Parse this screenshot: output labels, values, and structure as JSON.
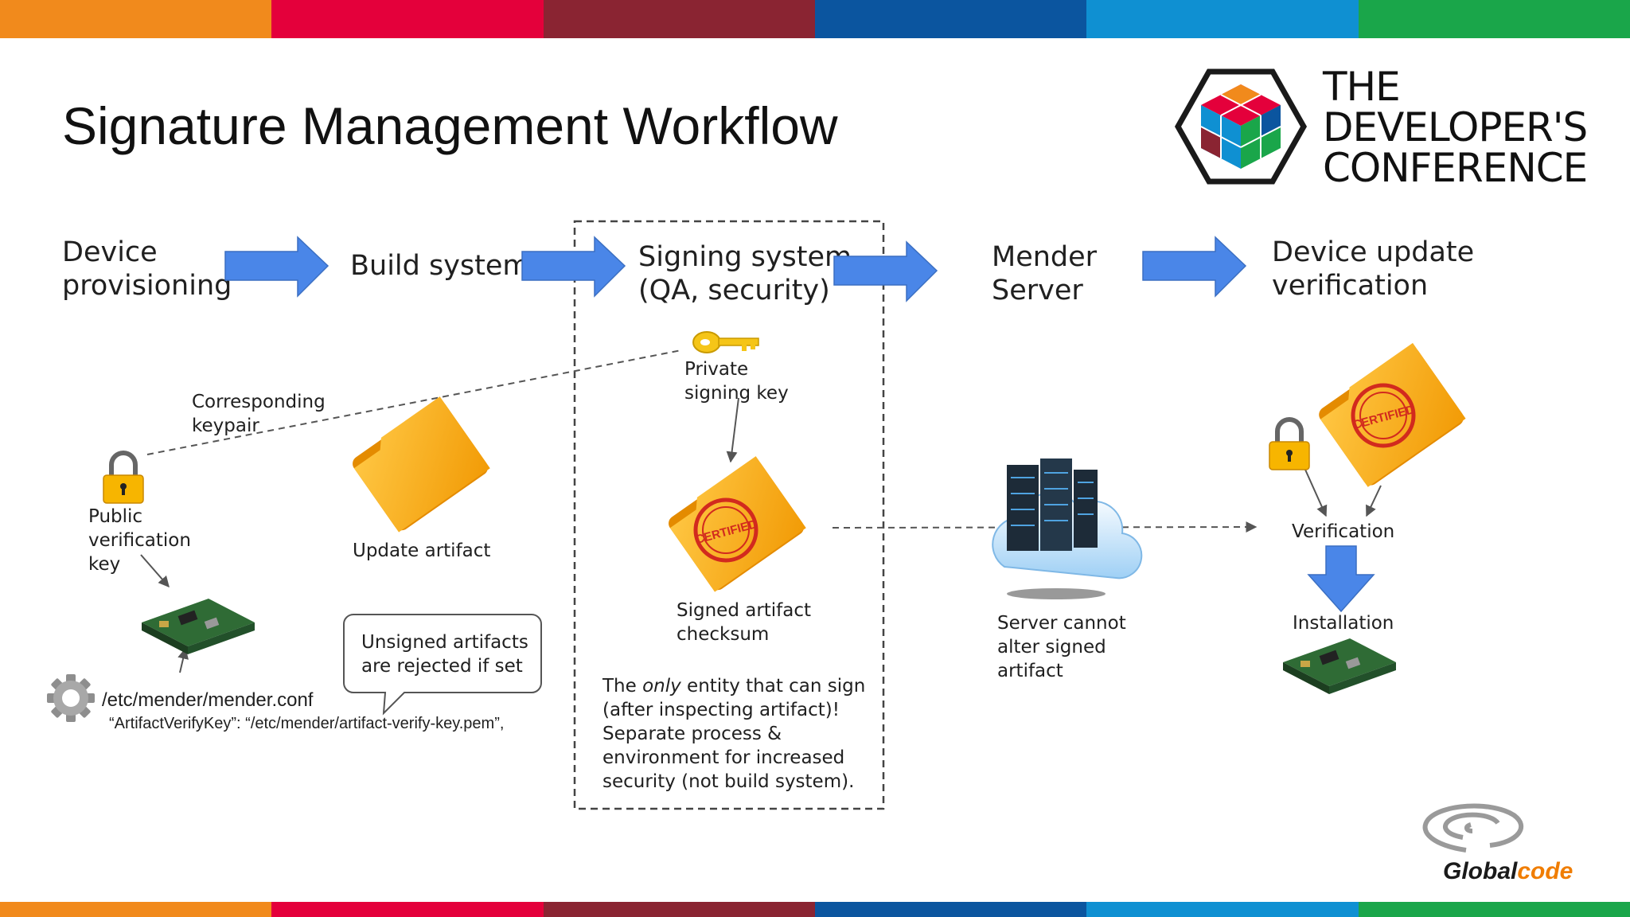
{
  "slide": {
    "title": "Signature Management Workflow",
    "bar_colors": [
      "#f18a1c",
      "#e4003b",
      "#8a2432",
      "#0b559f",
      "#0f90d2",
      "#1aa64a"
    ]
  },
  "logo": {
    "line1": "THE",
    "line2": "DEVELOPER'S",
    "line3": "CONFERENCE"
  },
  "workflow": {
    "stages": [
      {
        "line1": "Device",
        "line2": "provisioning"
      },
      {
        "line1": "Build system"
      },
      {
        "line1": "Signing system",
        "line2": "(QA, security)"
      },
      {
        "line1": "Mender",
        "line2": "Server"
      },
      {
        "line1": "Device update",
        "line2": "verification"
      }
    ],
    "arrow_color": "#4a86e8"
  },
  "labels": {
    "corresponding_keypair": [
      "Corresponding",
      "keypair"
    ],
    "public_key": [
      "Public",
      "verification",
      "key"
    ],
    "update_artifact": "Update artifact",
    "private_key": [
      "Private",
      "signing key"
    ],
    "signed_checksum": [
      "Signed artifact",
      "checksum"
    ],
    "callout": [
      "Unsigned artifacts",
      "are rejected if set"
    ],
    "config_path": "/etc/mender/mender.conf",
    "config_line": "“ArtifactVerifyKey”: “/etc/mender/artifact-verify-key.pem”,",
    "only_entity": {
      "prefix": "The ",
      "emphasis": "only",
      "suffix": " entity that can sign",
      "rest": [
        "(after inspecting artifact)!",
        "Separate process &",
        "environment for increased",
        "security (not build system)."
      ]
    },
    "server_note": [
      "Server cannot",
      "alter signed",
      "artifact"
    ],
    "verification": "Verification",
    "installation": "Installation",
    "certified_stamp": "CERTIFIED"
  },
  "footer": {
    "brand_a": "Global",
    "brand_b": "code",
    "brand_a_color": "#1a1a1a",
    "brand_b_color": "#f07d00"
  }
}
